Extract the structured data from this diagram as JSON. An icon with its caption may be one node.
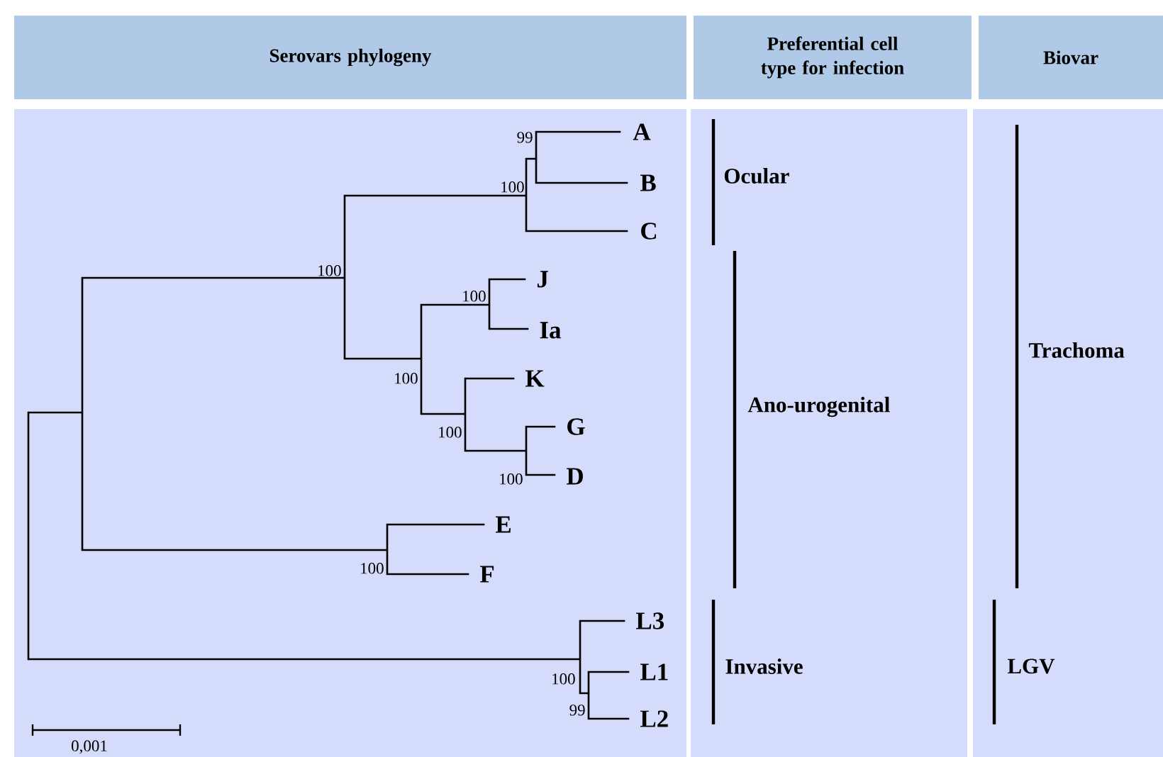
{
  "diagram": {
    "nodes": [
      {
        "text": [
          "Serovars phylogeny"
        ]
      },
      {
        "text": [
          "Preferential cell type for infection"
        ]
      },
      {
        "text": [
          "Biovar"
        ]
      },
      {
        "text": [],
        "shape": "box"
      },
      {
        "text": [
          "Ocular",
          "Ano-urogenital",
          "Invasive"
        ]
      },
      {
        "text": [
          "Trachoma",
          "LGV"
        ]
      }
    ],
    "labels": [
      "99",
      "A",
      "100",
      "B",
      "C",
      "100",
      "100",
      "J",
      "Ia",
      "100",
      "K",
      "100",
      "G",
      "100",
      "D",
      "E",
      "100",
      "F",
      "L3",
      "100",
      "L1",
      "99",
      "L2",
      "0,001"
    ]
  }
}
